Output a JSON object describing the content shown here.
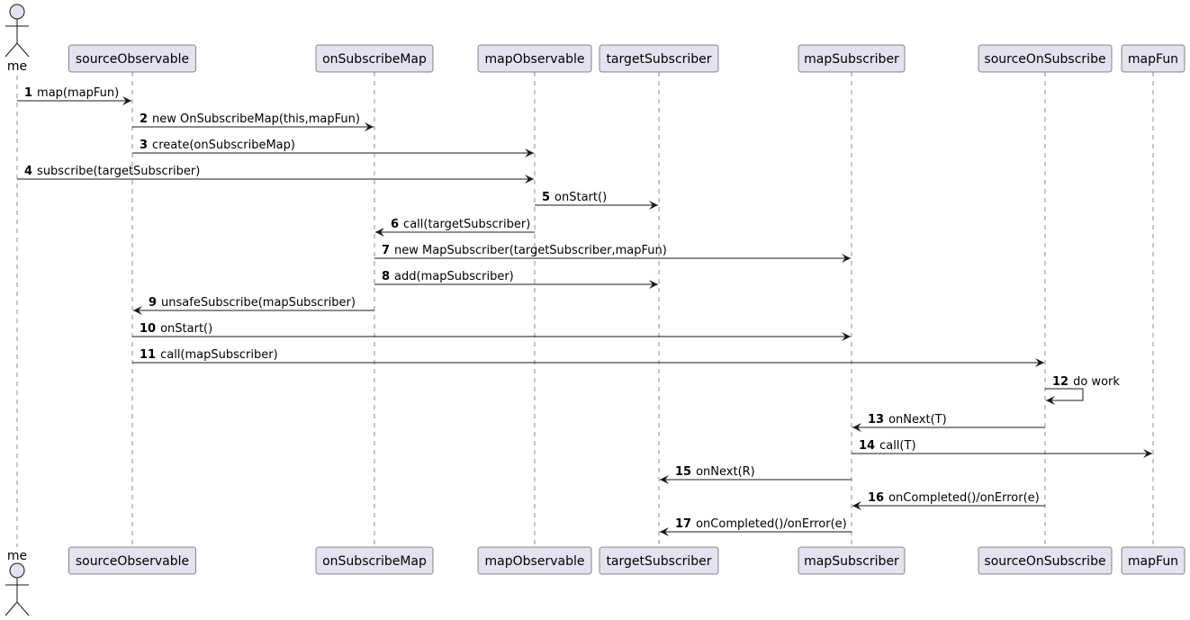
{
  "diagram": {
    "actor": {
      "name": "me"
    },
    "participants": [
      {
        "name": "sourceObservable"
      },
      {
        "name": "onSubscribeMap"
      },
      {
        "name": "mapObservable"
      },
      {
        "name": "targetSubscriber"
      },
      {
        "name": "mapSubscriber"
      },
      {
        "name": "sourceOnSubscribe"
      },
      {
        "name": "mapFun"
      }
    ],
    "messages": [
      {
        "num": "1",
        "label": "map(mapFun)",
        "from": "me",
        "to": "sourceObservable"
      },
      {
        "num": "2",
        "label": "new OnSubscribeMap(this,mapFun)",
        "from": "sourceObservable",
        "to": "onSubscribeMap"
      },
      {
        "num": "3",
        "label": "create(onSubscribeMap)",
        "from": "sourceObservable",
        "to": "mapObservable"
      },
      {
        "num": "4",
        "label": "subscribe(targetSubscriber)",
        "from": "me",
        "to": "mapObservable"
      },
      {
        "num": "5",
        "label": "onStart()",
        "from": "mapObservable",
        "to": "targetSubscriber"
      },
      {
        "num": "6",
        "label": "call(targetSubscriber)",
        "from": "mapObservable",
        "to": "onSubscribeMap"
      },
      {
        "num": "7",
        "label": "new MapSubscriber(targetSubscriber,mapFun)",
        "from": "onSubscribeMap",
        "to": "mapSubscriber"
      },
      {
        "num": "8",
        "label": "add(mapSubscriber)",
        "from": "onSubscribeMap",
        "to": "targetSubscriber"
      },
      {
        "num": "9",
        "label": "unsafeSubscribe(mapSubscriber)",
        "from": "onSubscribeMap",
        "to": "sourceObservable"
      },
      {
        "num": "10",
        "label": "onStart()",
        "from": "sourceObservable",
        "to": "mapSubscriber"
      },
      {
        "num": "11",
        "label": "call(mapSubscriber)",
        "from": "sourceObservable",
        "to": "sourceOnSubscribe"
      },
      {
        "num": "12",
        "label": "do work",
        "from": "sourceOnSubscribe",
        "to": "sourceOnSubscribe"
      },
      {
        "num": "13",
        "label": "onNext(T)",
        "from": "sourceOnSubscribe",
        "to": "mapSubscriber"
      },
      {
        "num": "14",
        "label": "call(T)",
        "from": "mapSubscriber",
        "to": "mapFun"
      },
      {
        "num": "15",
        "label": "onNext(R)",
        "from": "mapSubscriber",
        "to": "targetSubscriber"
      },
      {
        "num": "16",
        "label": "onCompleted()/onError(e)",
        "from": "sourceOnSubscribe",
        "to": "mapSubscriber"
      },
      {
        "num": "17",
        "label": "onCompleted()/onError(e)",
        "from": "mapSubscriber",
        "to": "targetSubscriber"
      }
    ]
  },
  "colors": {
    "participant_fill": "#E2E2F0",
    "participant_stroke": "#181818",
    "lifeline": "#181818",
    "arrow": "#181818",
    "text": "#000000"
  }
}
